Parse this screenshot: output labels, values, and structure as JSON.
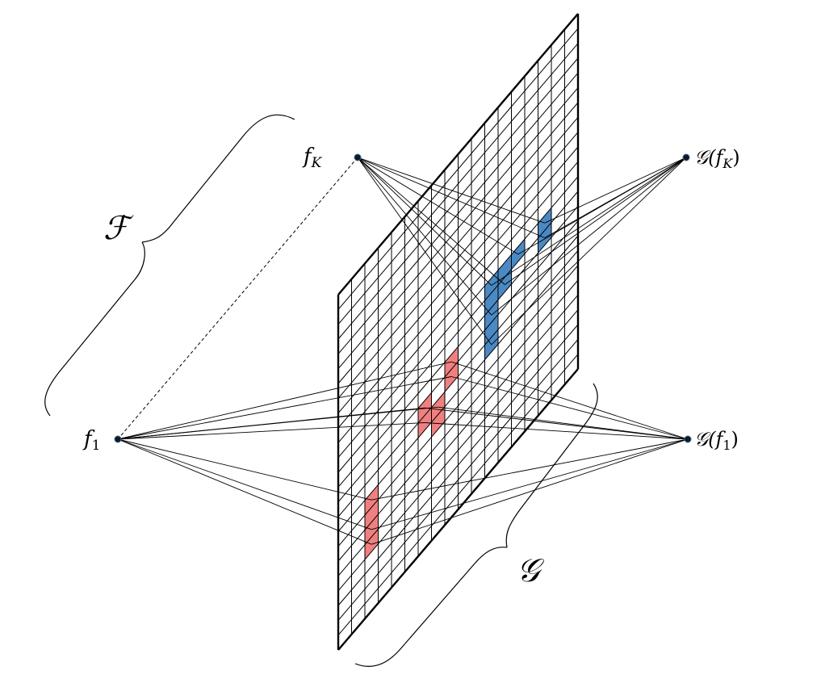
{
  "diagram": {
    "labels": {
      "f_top_base": "f",
      "f_top_sub": "K",
      "f_bottom_base": "f",
      "f_bottom_sub": "1",
      "g_top_open": "𝒢(f",
      "g_top_sub": "K",
      "g_top_close": ")",
      "g_bottom_open": "𝒢(f",
      "g_bottom_sub": "1",
      "g_bottom_close": ")",
      "family_F": "ℱ",
      "family_G": "𝒢"
    },
    "grid": {
      "columns": 18,
      "rows": 24
    },
    "colors": {
      "blue_cells": "#4a89c4",
      "red_cells": "#f08080",
      "lines": "#000000",
      "node": "#0b1a2a"
    },
    "blue_cells": [
      [
        11,
        11
      ],
      [
        11,
        12
      ],
      [
        11,
        13
      ],
      [
        11,
        14
      ],
      [
        11,
        15
      ],
      [
        12,
        11
      ],
      [
        12,
        12
      ],
      [
        13,
        11
      ],
      [
        15,
        11
      ],
      [
        15,
        12
      ]
    ],
    "red_cells": [
      [
        2,
        16
      ],
      [
        2,
        17
      ],
      [
        2,
        18
      ],
      [
        2,
        19
      ],
      [
        6,
        14
      ],
      [
        6,
        15
      ],
      [
        7,
        15
      ],
      [
        7,
        16
      ],
      [
        8,
        14
      ],
      [
        8,
        13
      ]
    ]
  }
}
